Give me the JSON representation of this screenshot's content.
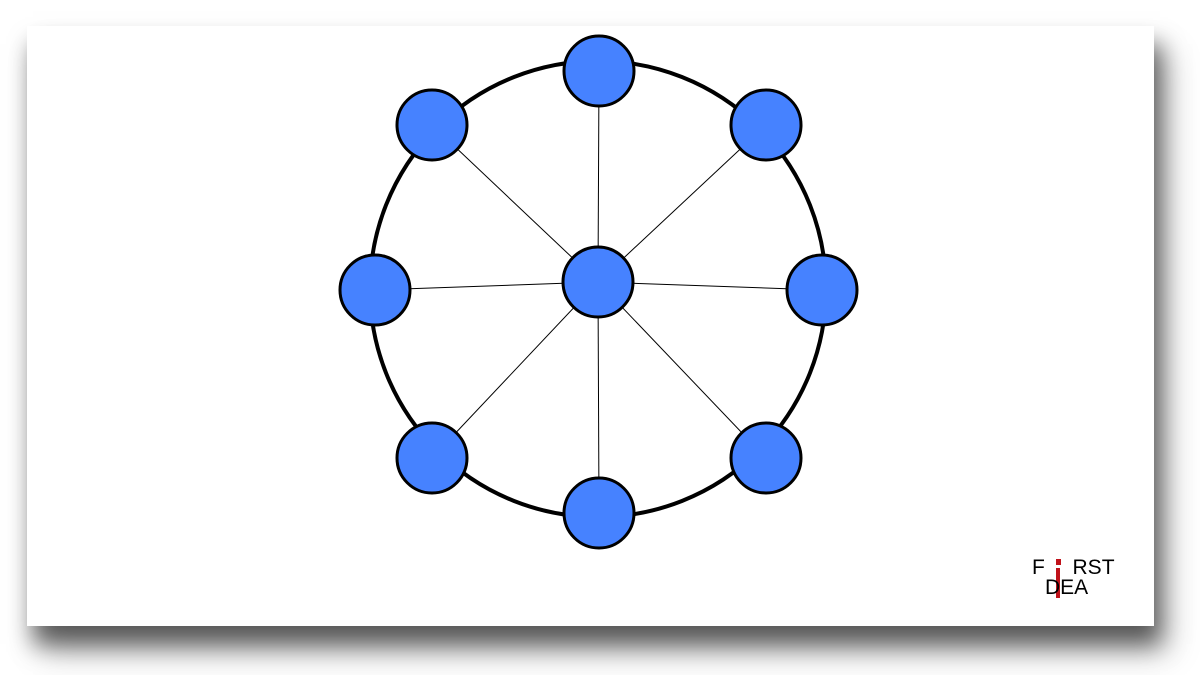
{
  "diagram": {
    "type": "hub-and-ring network",
    "node_color": "#4682ff",
    "node_stroke": "#000000",
    "ring_stroke": "#000000",
    "spoke_stroke": "#000000",
    "center_node": "hub",
    "outer_node_count": 8
  },
  "logo": {
    "line1_letter": "F",
    "line1_rest": "RST",
    "line2": "DEA",
    "accent_color": "#c0121a"
  }
}
